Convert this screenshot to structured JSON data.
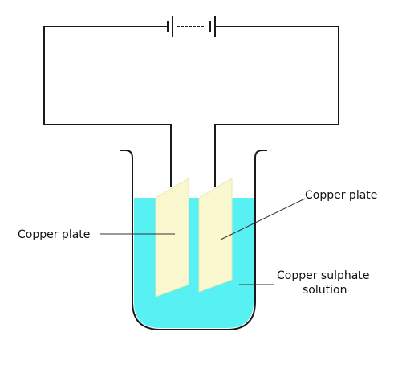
{
  "colors": {
    "solution": "#57F1F3",
    "plate": "#FAF8CF",
    "plate_edge": "#EAE6B0",
    "wire": "#1a1a1a",
    "background": "#ffffff"
  },
  "labels": {
    "left_plate": "Copper plate",
    "right_plate": "Copper plate",
    "solution_line1": "Copper sulphate",
    "solution_line2": "solution"
  }
}
